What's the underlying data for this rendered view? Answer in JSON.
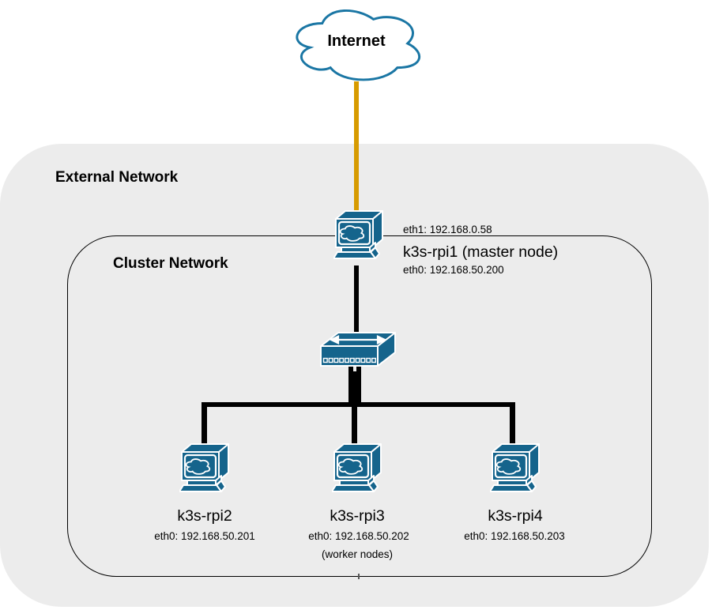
{
  "diagram": {
    "internet_label": "Internet",
    "external_network_label": "External Network",
    "cluster_network_label": "Cluster Network",
    "master_node": {
      "eth1_label": "eth1: 192.168.0.58",
      "name_label": "k3s-rpi1 (master node)",
      "eth0_label": "eth0: 192.168.50.200"
    },
    "worker_nodes": [
      {
        "name_label": "k3s-rpi2",
        "eth0_label": "eth0: 192.168.50.201"
      },
      {
        "name_label": "k3s-rpi3",
        "eth0_label": "eth0: 192.168.50.202"
      },
      {
        "name_label": "k3s-rpi4",
        "eth0_label": "eth0: 192.168.50.203"
      }
    ],
    "worker_nodes_caption": "(worker nodes)",
    "icons": {
      "internet": "internet-cloud-icon",
      "master": "workstation-icon",
      "switch": "network-switch-icon",
      "workers": "workstation-icon"
    },
    "colors": {
      "device_blue": "#15648c",
      "cloud_stroke": "#1a76a4",
      "uplink_orange": "#d79b00",
      "zone_gray": "#ececec",
      "link_black": "#000000"
    }
  }
}
